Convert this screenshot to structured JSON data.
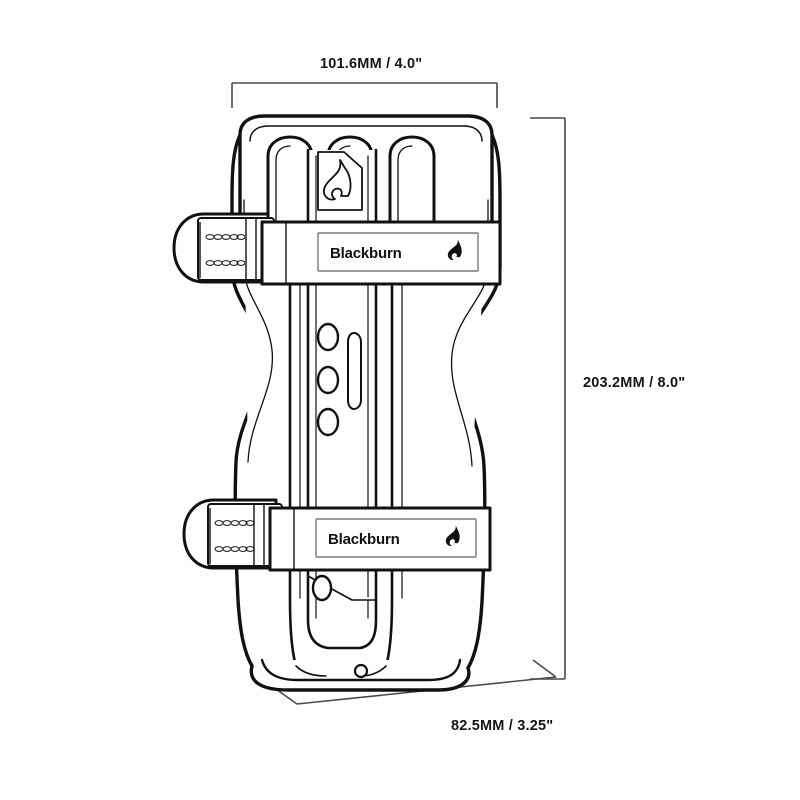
{
  "drawing": {
    "title": "Blackburn Cargo Cage dimensional line drawing",
    "subject": "bike bottle / cargo cage",
    "line_color": "#111111",
    "background_color": "#ffffff",
    "view": "three-quarter front perspective"
  },
  "dimensions": {
    "width": {
      "id": "width",
      "label": "101.6MM / 4.0\"",
      "mm": 101.6,
      "inches": 4.0,
      "orientation": "horizontal-top"
    },
    "height": {
      "id": "height",
      "label": "203.2MM / 8.0\"",
      "mm": 203.2,
      "inches": 8.0,
      "orientation": "vertical-right"
    },
    "depth": {
      "id": "depth",
      "label": "82.5MM / 3.25\"",
      "mm": 82.5,
      "inches": 3.25,
      "orientation": "diagonal-bottom"
    }
  },
  "product": {
    "brand": "Blackburn",
    "straps": [
      {
        "id": "upper-strap",
        "brand_text": "Blackburn",
        "logo": "flame-icon",
        "buckle": "cam-buckle-left"
      },
      {
        "id": "lower-strap",
        "brand_text": "Blackburn",
        "logo": "flame-icon",
        "buckle": "cam-buckle-left"
      }
    ],
    "cage_logo": {
      "id": "cage-flame-emblem",
      "icon": "flame-icon"
    },
    "vent_holes": {
      "oval_count": 3,
      "slot_count": 1,
      "lower_oval_count": 1
    },
    "arch_count": 3
  },
  "icons": {
    "flame": "flame-icon",
    "buckle": "cam-buckle-icon",
    "arrow": "dimension-arrow-icon"
  }
}
